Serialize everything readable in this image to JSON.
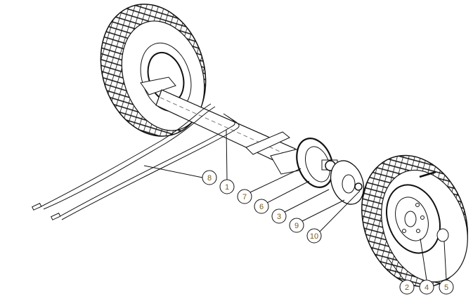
{
  "drawing": {
    "title": "Trailer axle assembly exploded view",
    "balloons": [
      {
        "id": "8",
        "label": "8"
      },
      {
        "id": "1",
        "label": "1"
      },
      {
        "id": "7",
        "label": "7"
      },
      {
        "id": "6",
        "label": "6"
      },
      {
        "id": "3",
        "label": "3"
      },
      {
        "id": "9",
        "label": "9"
      },
      {
        "id": "10",
        "label": "10"
      },
      {
        "id": "2",
        "label": "2"
      },
      {
        "id": "4",
        "label": "4"
      },
      {
        "id": "5",
        "label": "5"
      }
    ],
    "colors": {
      "line": "#111111",
      "balloon_text": "#7a5a1e",
      "background": "#ffffff"
    }
  }
}
